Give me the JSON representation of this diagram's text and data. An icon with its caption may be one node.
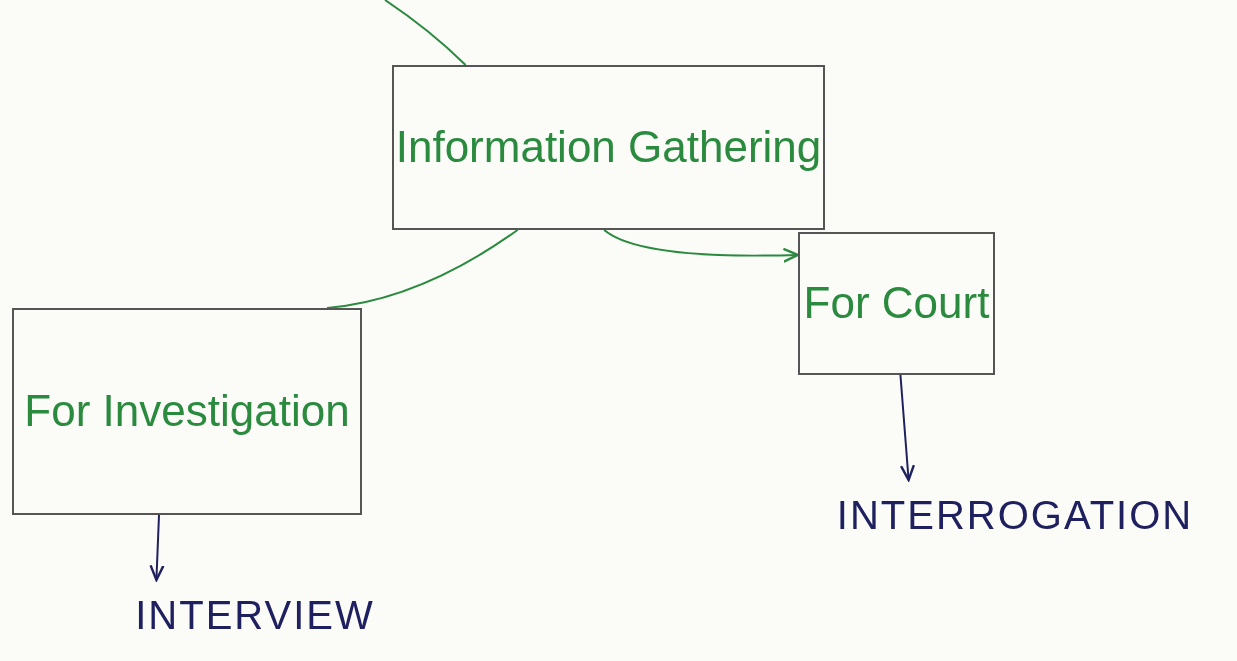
{
  "diagram": {
    "nodes": [
      {
        "text": [
          "Information Gathering"
        ]
      },
      {
        "text": [
          "For Court"
        ]
      },
      {
        "text": [
          "For Investigation"
        ]
      },
      {
        "text": [
          "INTERVIEW"
        ]
      },
      {
        "text": [
          "INTERROGATION"
        ]
      }
    ],
    "edges": [
      {
        "from": null,
        "to": 0,
        "arrow": "none"
      },
      {
        "from": 0,
        "to": 1,
        "arrow": "to"
      },
      {
        "from": 0,
        "to": 2,
        "arrow": "none"
      },
      {
        "from": 2,
        "to": 3,
        "arrow": "to",
        "color": "#1f2060"
      },
      {
        "from": 1,
        "to": 4,
        "arrow": "to",
        "color": "#1f2060"
      }
    ]
  }
}
